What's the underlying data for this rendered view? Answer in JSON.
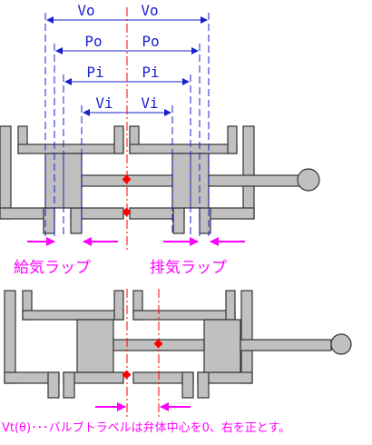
{
  "dimensions": {
    "vo": "Vo",
    "po": "Po",
    "pi": "Pi",
    "vi": "Vi"
  },
  "labels": {
    "intake_lap": "給気ラップ",
    "exhaust_lap": "排気ラップ",
    "note": "Vt(θ)･･･バルブトラベルは弁体中心を0、右を正とす。"
  },
  "colors": {
    "body": "#c0c0c0",
    "outline": "#333333",
    "dimension": "#1a22cc",
    "centerline": "#ff0000",
    "marker": "#ff0000",
    "arrow": "#ff00ff"
  }
}
